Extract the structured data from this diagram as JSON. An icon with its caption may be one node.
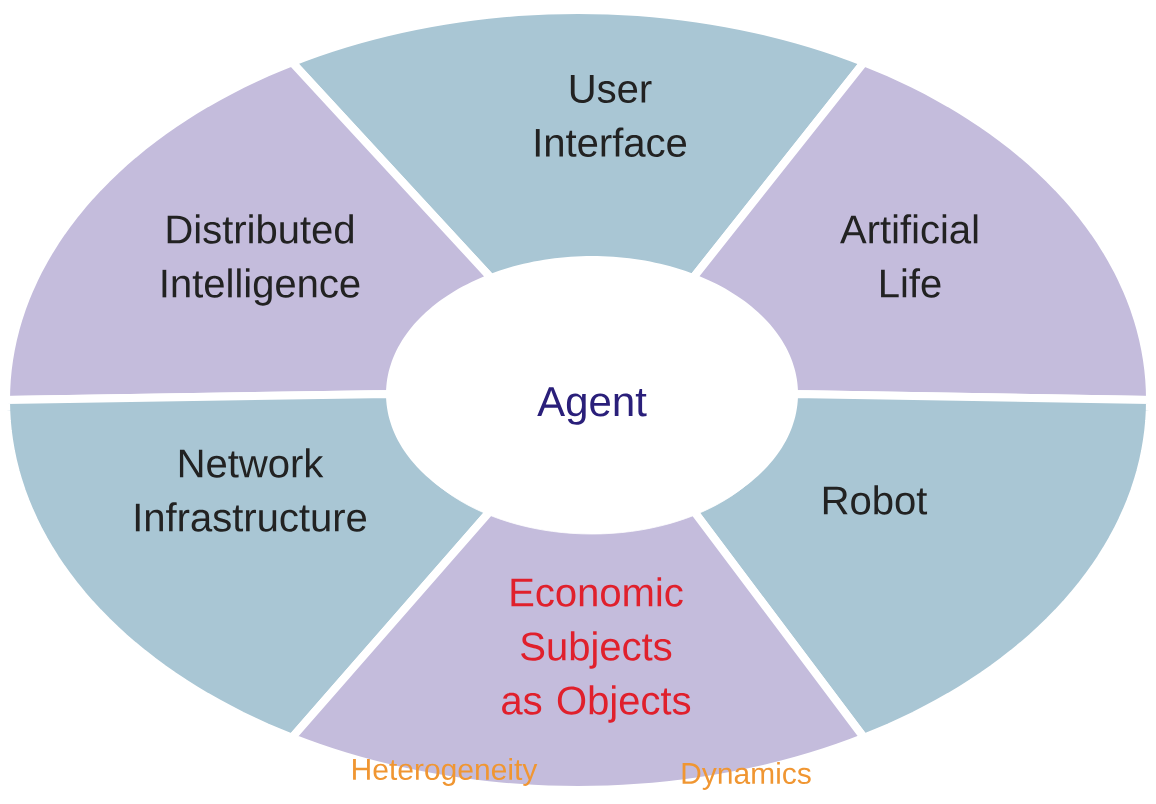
{
  "diagram": {
    "nodes": [
      {
        "text": [
          "User Interface"
        ]
      },
      {
        "text": [
          "Distributed Intelligence"
        ]
      },
      {
        "text": [
          "Artificial Life"
        ]
      },
      {
        "text": [
          "Agent"
        ]
      },
      {
        "text": [
          "Network Infrastructure"
        ]
      },
      {
        "text": [
          "Robot"
        ]
      },
      {
        "text": [
          "Economic Subjects as Objects"
        ]
      }
    ],
    "labels": [
      "Heterogeneity",
      "Dynamics"
    ]
  }
}
